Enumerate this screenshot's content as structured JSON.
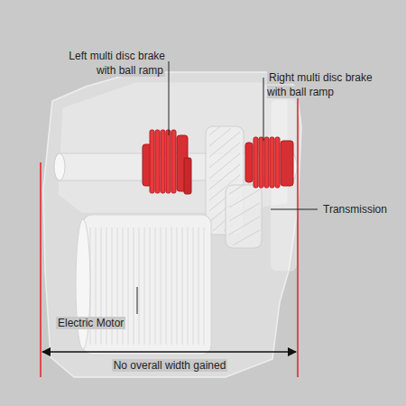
{
  "diagram": {
    "labels": [
      "Left multi disc brake with ball ramp",
      "Right multi disc brake with ball ramp",
      "Transmission",
      "Electric Motor",
      "No overall width gained"
    ]
  }
}
